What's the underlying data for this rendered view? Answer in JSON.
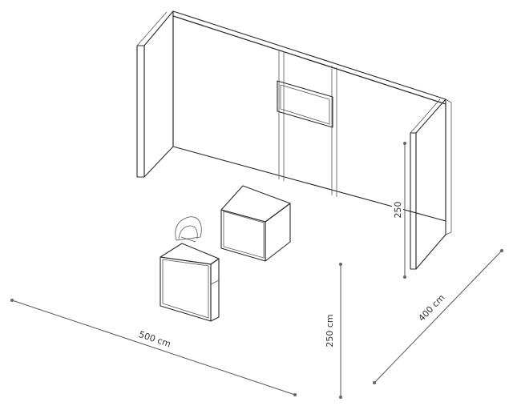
{
  "dimensions": {
    "width_label": "500 cm",
    "depth_label": "400 cm",
    "height_label": "250 cm",
    "wall_height_label": "250"
  },
  "colors": {
    "wall_face": "#ffffff",
    "wall_edge": "#e6e6e6",
    "wall_shadow": "#d9d9d9",
    "line": "#2b2b2b",
    "dimension_line": "#555555"
  }
}
